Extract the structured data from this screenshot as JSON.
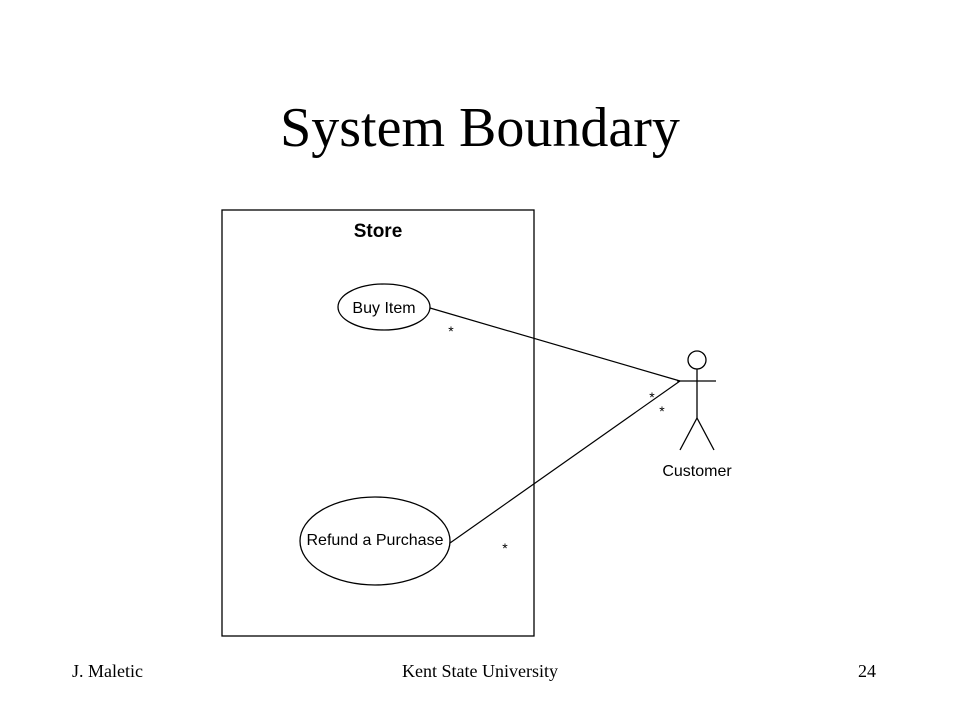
{
  "slide": {
    "title": "System Boundary"
  },
  "diagram": {
    "boundary_label": "Store",
    "use_cases": {
      "buy_item": "Buy Item",
      "refund": "Refund a Purchase"
    },
    "actor": "Customer",
    "multiplicity": {
      "buy_item_end": "*",
      "actor_end_buy": "*",
      "actor_end_refund": "*",
      "refund_end": "*"
    }
  },
  "footer": {
    "author": "J. Maletic",
    "institution": "Kent State University",
    "page_number": "24"
  }
}
